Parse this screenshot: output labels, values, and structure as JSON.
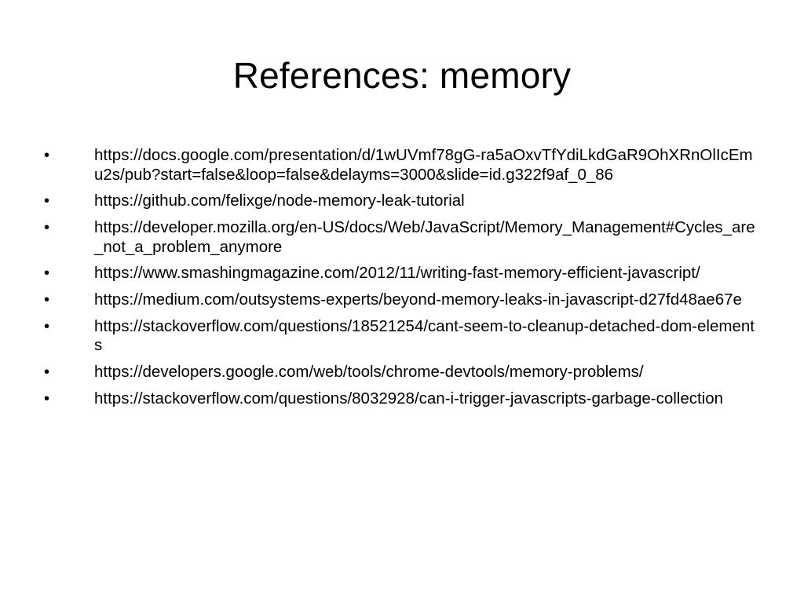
{
  "slide": {
    "title": "References: memory",
    "bullet_glyph": "•",
    "references": [
      "https://docs.google.com/presentation/d/1wUVmf78gG-ra5aOxvTfYdiLkdGaR9OhXRnOlIcEmu2s/pub?start=false&loop=false&delayms=3000&slide=id.g322f9af_0_86",
      "https://github.com/felixge/node-memory-leak-tutorial",
      "https://developer.mozilla.org/en-US/docs/Web/JavaScript/Memory_Management#Cycles_are_not_a_problem_anymore",
      "https://www.smashingmagazine.com/2012/11/writing-fast-memory-efficient-javascript/",
      "https://medium.com/outsystems-experts/beyond-memory-leaks-in-javascript-d27fd48ae67e",
      "https://stackoverflow.com/questions/18521254/cant-seem-to-cleanup-detached-dom-elements",
      "https://developers.google.com/web/tools/chrome-devtools/memory-problems/",
      "https://stackoverflow.com/questions/8032928/can-i-trigger-javascripts-garbage-collection"
    ]
  }
}
